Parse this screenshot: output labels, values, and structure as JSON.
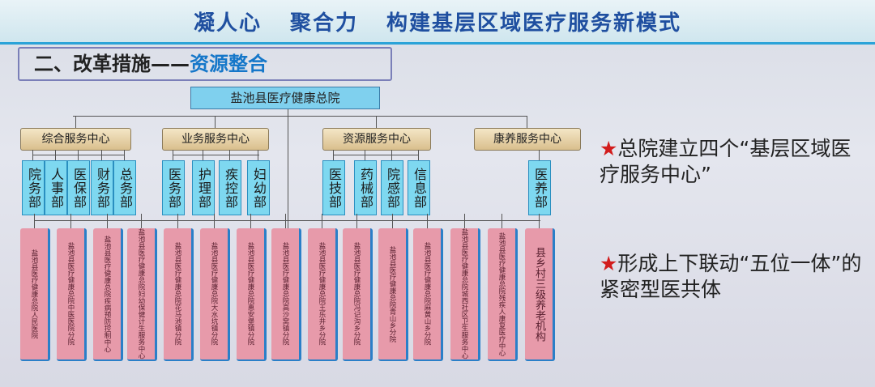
{
  "slide_title": "凝人心 聚合力 构建基层区域医疗服务新模式",
  "section": {
    "prefix": "二、改革措施——",
    "highlight": "资源整合"
  },
  "root": "盐池县医疗健康总院",
  "centers": [
    "综合服务中心",
    "业务服务中心",
    "资源服务中心",
    "康养服务中心"
  ],
  "departments": [
    "院务部",
    "人事部",
    "医保部",
    "财务部",
    "总务部",
    "医务部",
    "护理部",
    "疾控部",
    "妇幼部",
    "医技部",
    "药械部",
    "院感部",
    "信息部",
    "医养部"
  ],
  "units": [
    "盐池县医疗健康总院人民医院",
    "盐池县医疗健康总院中医医院分院",
    "盐池县医疗健康总院疾病预防控制中心",
    "盐池县医疗健康总院妇幼保健计生服务中心",
    "盐池县医疗健康总院花马池镇分院",
    "盐池县医疗健康总院大水坑镇分院",
    "盐池县医疗健康总院惠安堡镇分院",
    "盐池县医疗健康总院高沙窝镇分院",
    "盐池县医疗健康总院王乐井乡分院",
    "盐池县医疗健康总院冯记沟乡分院",
    "盐池县医疗健康总院青山乡分院",
    "盐池县医疗健康总院麻黄山乡分院",
    "盐池县医疗健康总院城西社区卫生服务中心",
    "盐池县医疗健康总院残疾人康复医疗中心",
    "县乡村三级养老机构"
  ],
  "points": [
    {
      "star": "★",
      "text": "总院建立四个“基层区域医疗服务中心”"
    },
    {
      "star": "★",
      "text": "形成上下联动“五位一体”的紧密型医共体"
    }
  ],
  "colors": {
    "title": "#1f4fa0",
    "highlight": "#1577c9",
    "star": "#d21c1c",
    "dept": "#7ed8f0",
    "unit": "#e79aaa",
    "center": "#e6d2a8"
  }
}
